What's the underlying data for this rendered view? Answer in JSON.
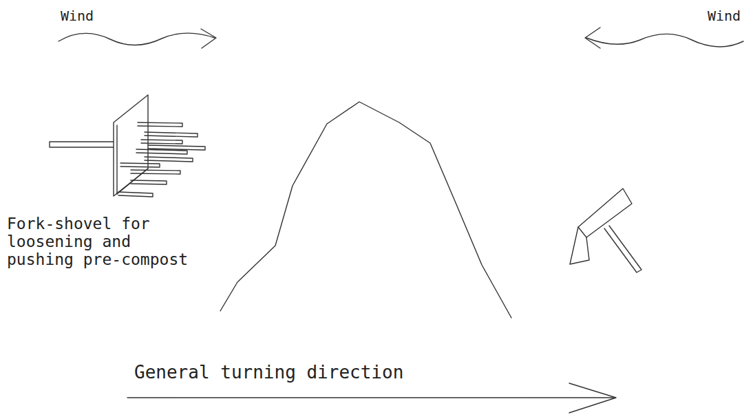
{
  "diagram": {
    "labels": [
      "Wind",
      "Wind",
      "Fork-shovel for loosening and pushing pre-compost",
      "General turning direction"
    ]
  }
}
